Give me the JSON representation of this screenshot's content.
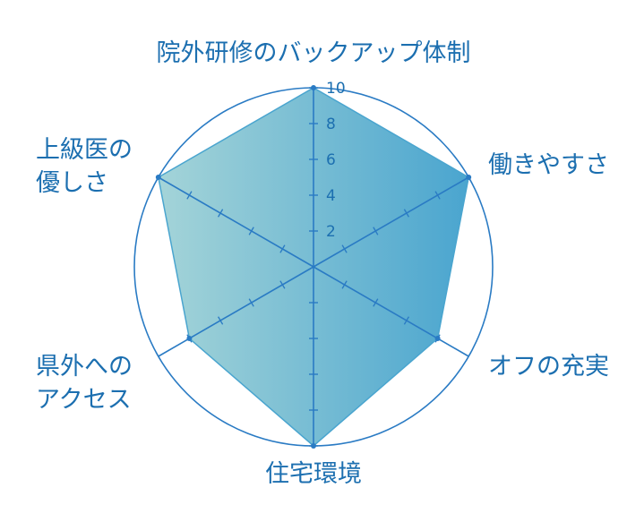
{
  "chart_data": {
    "type": "radar",
    "categories": [
      "院外研修のバックアップ体制",
      "働きやすさ",
      "オフの充実",
      "住宅環境",
      "県外への\nアクセス",
      "上級医の\n優しさ"
    ],
    "values": [
      10,
      10,
      8,
      10,
      8,
      10
    ],
    "rlim": [
      0,
      10
    ],
    "ticks": [
      2,
      4,
      6,
      8,
      10
    ],
    "grid": true,
    "colors": {
      "line": "#2a7bc4",
      "label": "#1c6fb0",
      "fill_start": "#a4d4d8",
      "fill_end": "#4aa5cf"
    }
  }
}
